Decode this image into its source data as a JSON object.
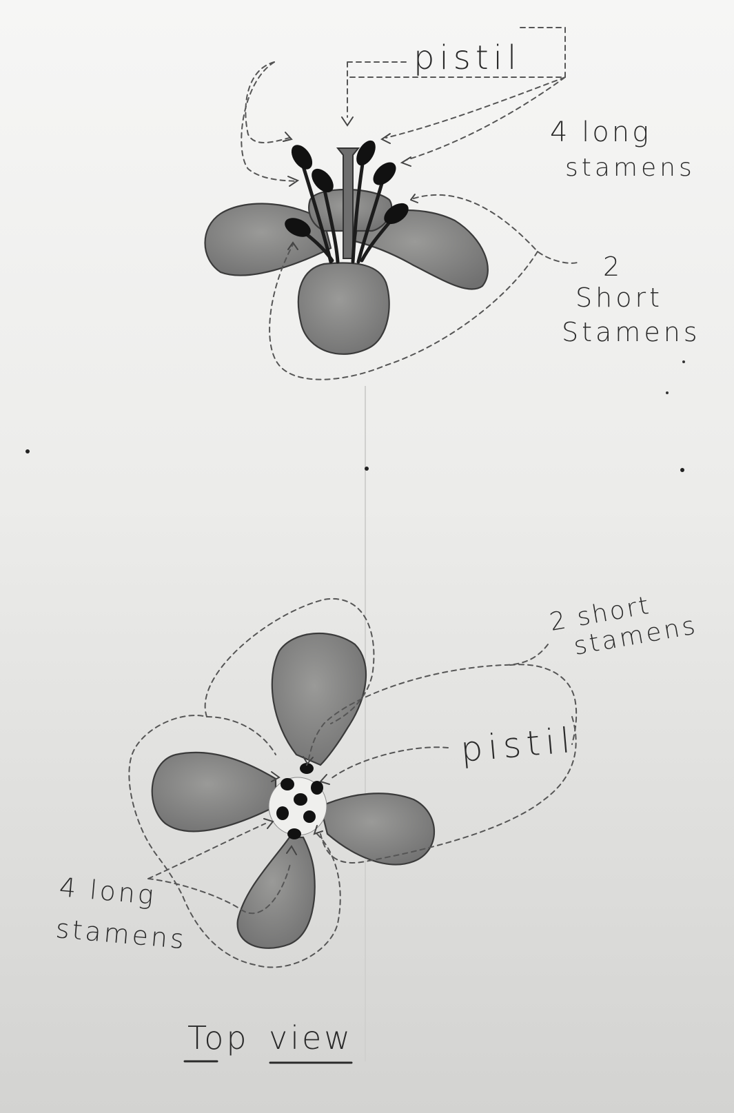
{
  "side_view": {
    "labels": {
      "pistil": "pistil",
      "long_stamens_line1": "4 long",
      "long_stamens_line2": "stamens",
      "short_stamens_line1": "2",
      "short_stamens_line2": "Short",
      "short_stamens_line3": "Stamens"
    }
  },
  "top_view": {
    "labels": {
      "short_stamens_line1": "2 short",
      "short_stamens_line2": "stamens",
      "pistil": "pistil",
      "long_stamens_line1": "4 long",
      "long_stamens_line2": "stamens"
    },
    "caption_word1": "Top",
    "caption_word2": "view"
  },
  "colors": {
    "paper_top": "#f4f4f3",
    "paper_bottom": "#d6d6d4",
    "petal_fill": "#8a8a88",
    "ink": "#2a2a2a",
    "dashes": "#555555"
  }
}
